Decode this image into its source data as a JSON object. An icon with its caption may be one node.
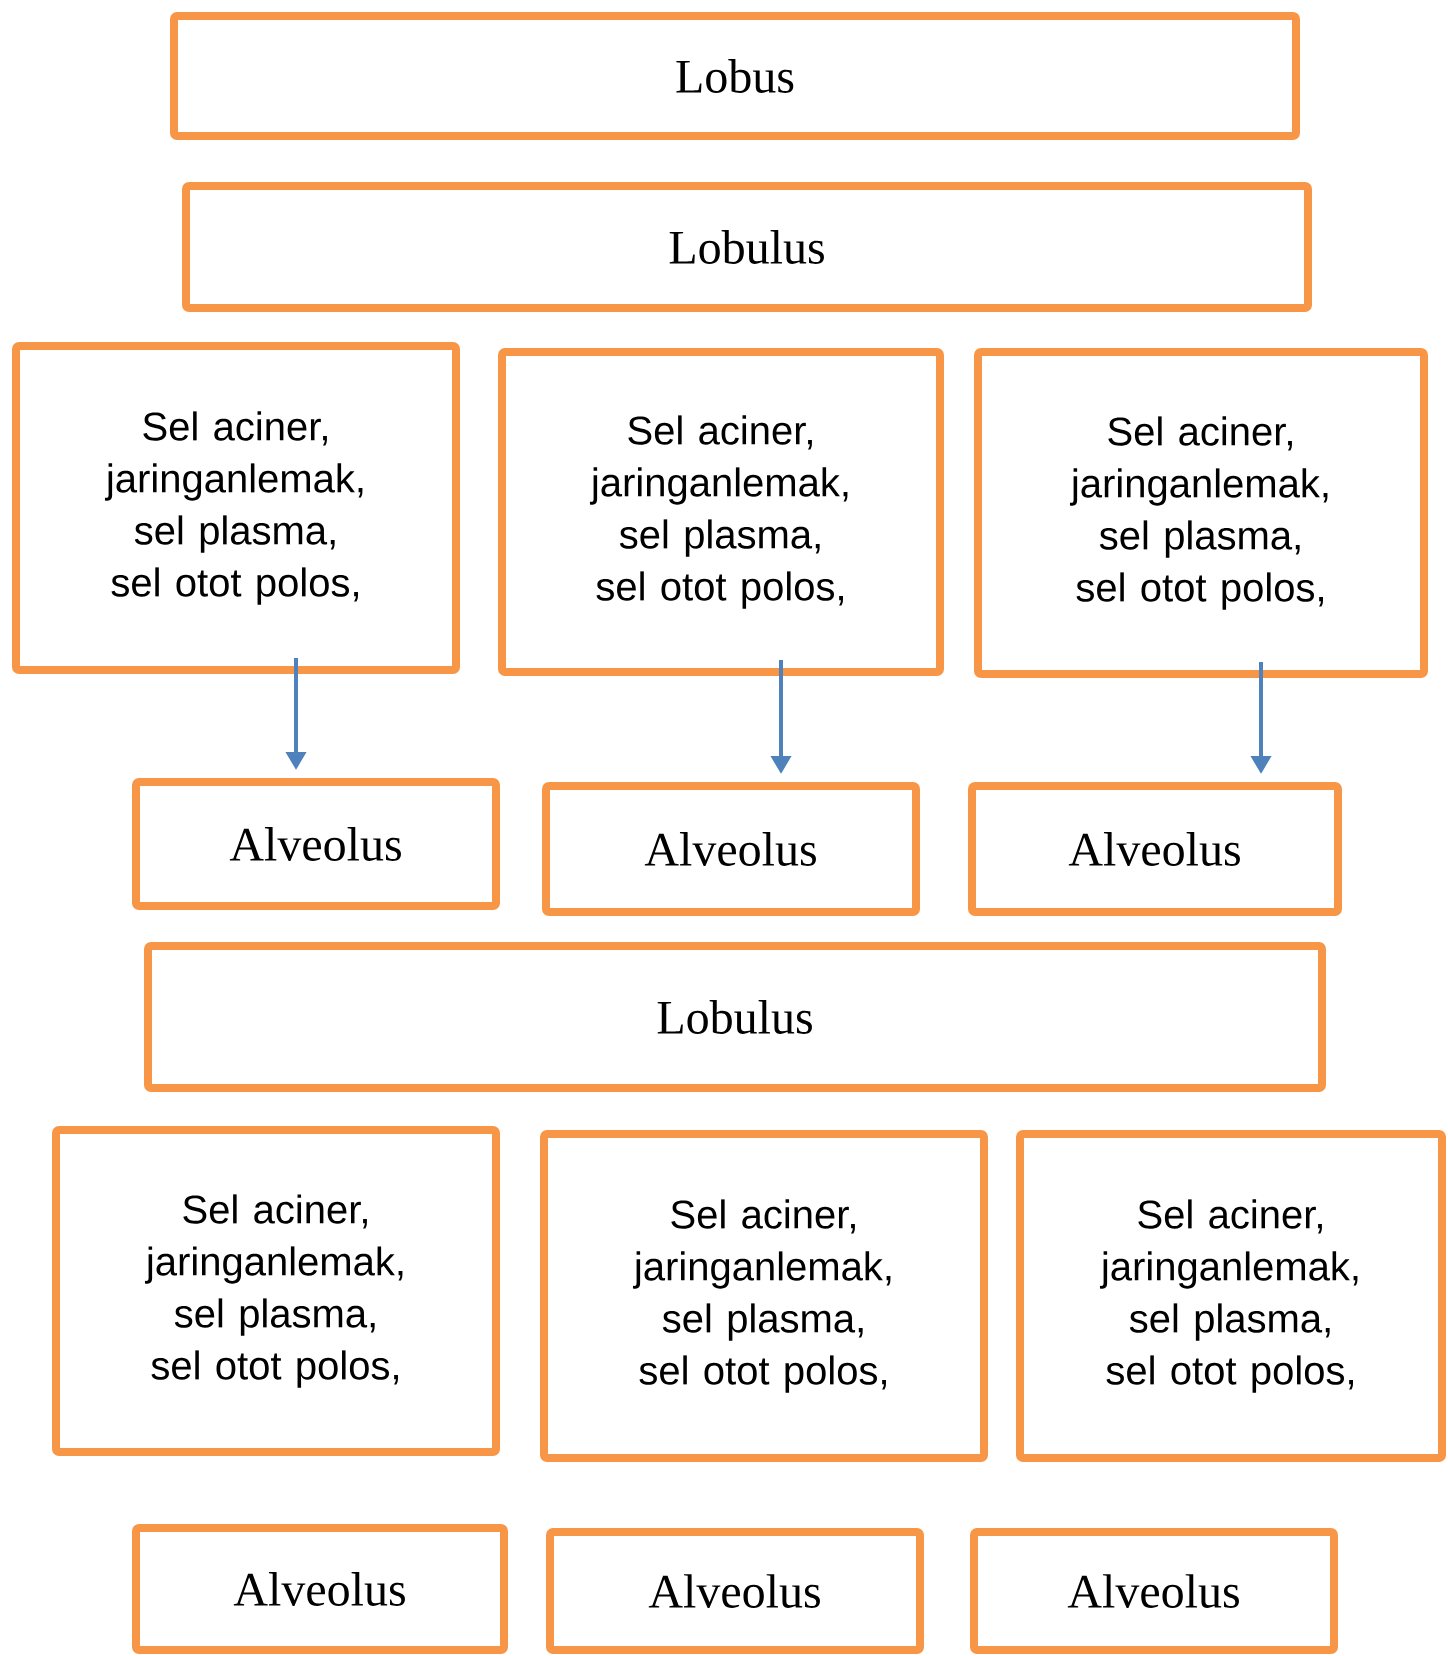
{
  "diagram": {
    "nodes": [
      {
        "text": [
          "Lobus"
        ]
      },
      {
        "text": [
          "Lobulus"
        ]
      },
      {
        "text": [
          "Sel aciner, jaringanlemak, sel plasma, sel otot polos,"
        ]
      },
      {
        "text": [
          "Sel aciner, jaringanlemak, sel plasma, sel otot polos,"
        ]
      },
      {
        "text": [
          "Sel aciner, jaringanlemak, sel plasma, sel otot polos,"
        ]
      },
      {
        "text": [
          "Alveolus"
        ]
      },
      {
        "text": [
          "Alveolus"
        ]
      },
      {
        "text": [
          "Alveolus"
        ]
      },
      {
        "text": [
          "Lobulus"
        ]
      },
      {
        "text": [
          "Sel aciner, jaringanlemak, sel plasma, sel otot polos,"
        ]
      },
      {
        "text": [
          "Sel aciner, jaringanlemak, sel plasma, sel otot polos,"
        ]
      },
      {
        "text": [
          "Sel aciner, jaringanlemak, sel plasma, sel otot polos,"
        ]
      },
      {
        "text": [
          "Alveolus"
        ]
      },
      {
        "text": [
          "Alveolus"
        ]
      },
      {
        "text": [
          "Alveolus"
        ]
      }
    ],
    "edges": [
      {
        "from": 2,
        "to": 5,
        "arrow": "to"
      },
      {
        "from": 3,
        "to": 6,
        "arrow": "to"
      },
      {
        "from": 4,
        "to": 7,
        "arrow": "to"
      }
    ]
  }
}
